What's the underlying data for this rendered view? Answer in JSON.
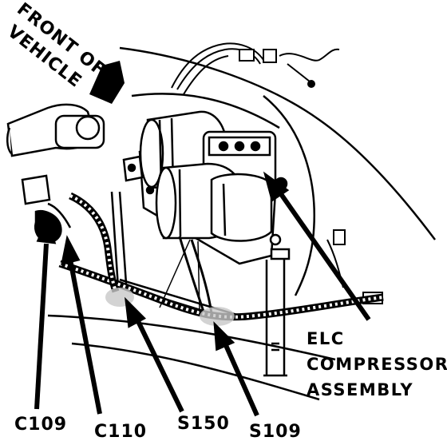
{
  "labels": {
    "front_line1": "FRONT OF",
    "front_line2": "VEHICLE",
    "component_line1": "ELC",
    "component_line2": "COMPRESSOR",
    "component_line3": "ASSEMBLY",
    "c109": "C109",
    "c110": "C110",
    "s150": "S150",
    "s109": "S109"
  },
  "colors": {
    "ink": "#000000",
    "paper": "#ffffff",
    "shade": "#c8c8c8"
  }
}
